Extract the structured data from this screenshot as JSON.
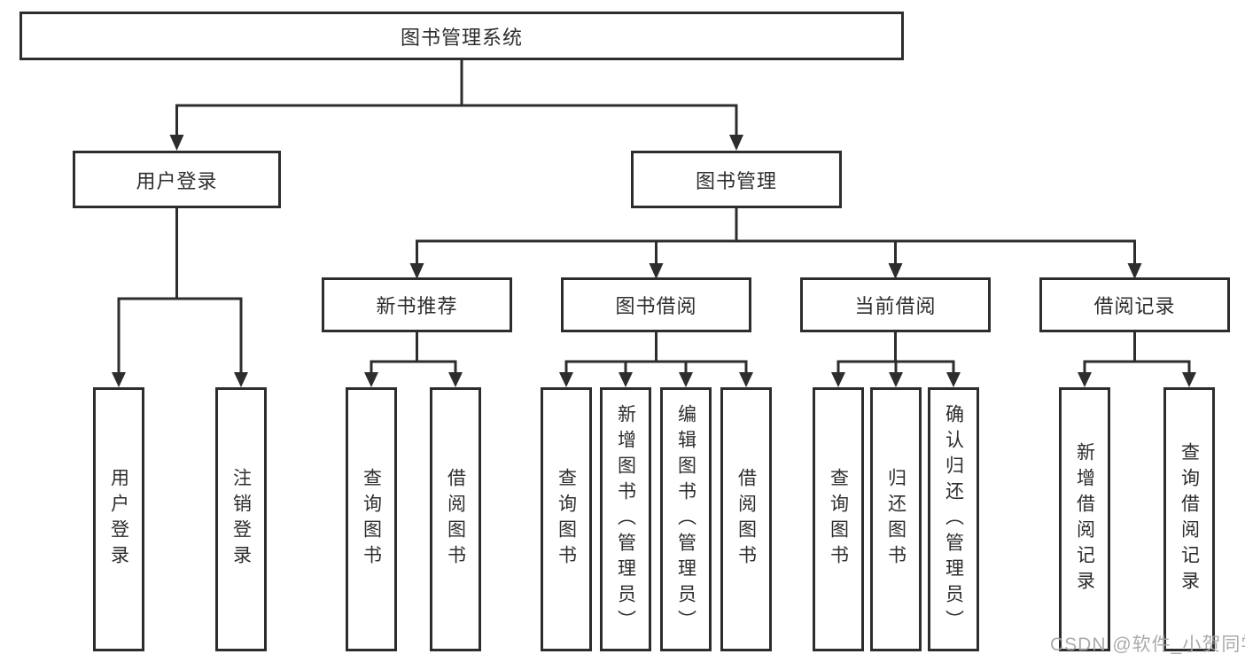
{
  "diagram": {
    "tree": {
      "label": "图书管理系统",
      "children": [
        {
          "label": "用户登录",
          "children": [
            {
              "label": "用户登录"
            },
            {
              "label": "注销登录"
            }
          ]
        },
        {
          "label": "图书管理",
          "children": [
            {
              "label": "新书推荐",
              "children": [
                {
                  "label": "查询图书"
                },
                {
                  "label": "借阅图书"
                }
              ]
            },
            {
              "label": "图书借阅",
              "children": [
                {
                  "label": "查询图书"
                },
                {
                  "label": "新增图书（管理员）"
                },
                {
                  "label": "编辑图书（管理员）"
                },
                {
                  "label": "借阅图书"
                }
              ]
            },
            {
              "label": "当前借阅",
              "children": [
                {
                  "label": "查询图书"
                },
                {
                  "label": "归还图书"
                },
                {
                  "label": "确认归还（管理员）"
                }
              ]
            },
            {
              "label": "借阅记录",
              "children": [
                {
                  "label": "新增借阅记录"
                },
                {
                  "label": "查询借阅记录"
                }
              ]
            }
          ]
        }
      ]
    }
  },
  "watermark": {
    "text": "CSDN @软件_小贺同学"
  },
  "colors": {
    "line": "#2d2d2d",
    "box_border": "#2d2d2d",
    "text": "#2d2d2d",
    "background": "#ffffff",
    "watermark": "#a4a4a4"
  }
}
